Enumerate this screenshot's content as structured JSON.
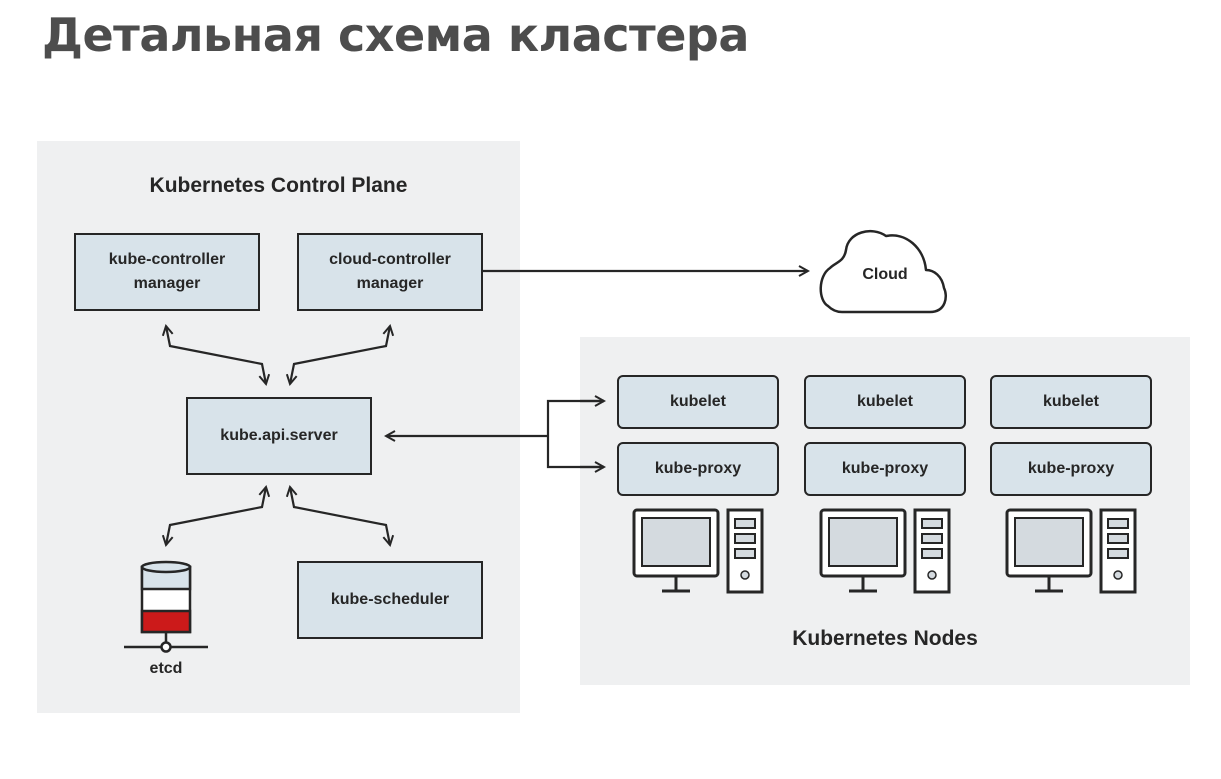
{
  "title": "Детальная схема кластера",
  "control_plane": {
    "title": "Kubernetes Control Plane",
    "kube_controller_manager": "kube-controller\nmanager",
    "cloud_controller_manager": "cloud-controller\nmanager",
    "api_server": "kube.api.server",
    "scheduler": "kube-scheduler",
    "etcd": "etcd"
  },
  "cloud": {
    "label": "Cloud"
  },
  "nodes": {
    "title": "Kubernetes Nodes",
    "items": [
      {
        "kubelet": "kubelet",
        "proxy": "kube-proxy"
      },
      {
        "kubelet": "kubelet",
        "proxy": "kube-proxy"
      },
      {
        "kubelet": "kubelet",
        "proxy": "kube-proxy"
      }
    ]
  },
  "colors": {
    "panel": "#eff0f1",
    "box_fill": "#d8e3ea",
    "stroke": "#262626",
    "etcd_red": "#cc1a1a",
    "title_gray": "#4d4d4d"
  },
  "icons": [
    "cloud-icon",
    "database-icon",
    "monitor-icon",
    "server-tower-icon"
  ]
}
